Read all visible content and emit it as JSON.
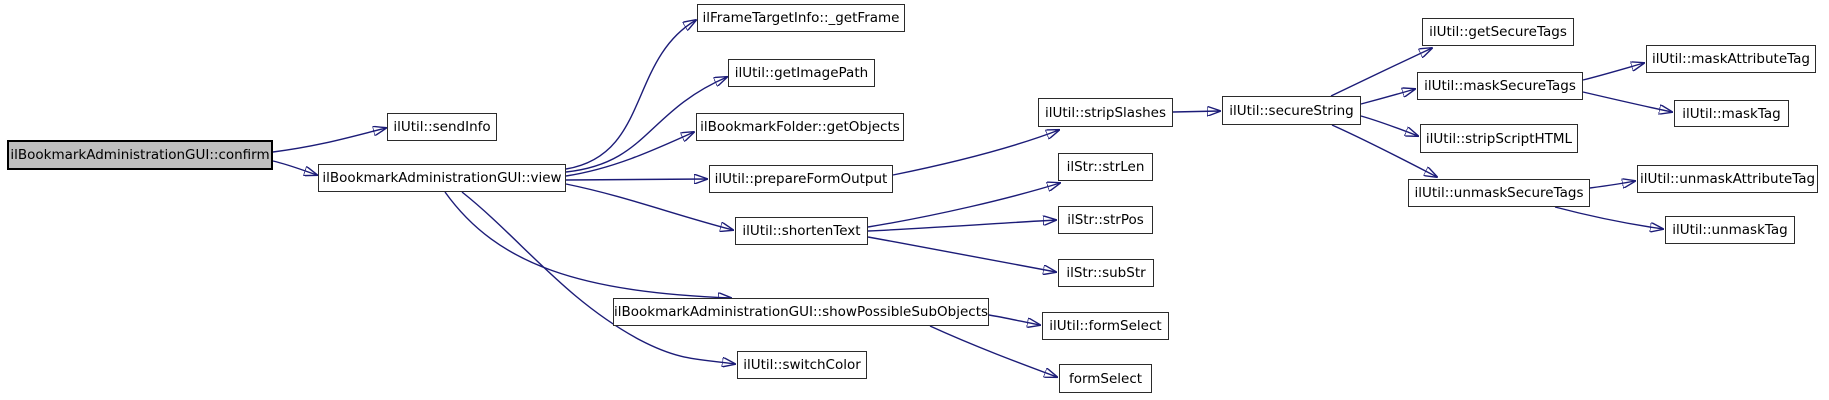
{
  "graph": {
    "type": "call-graph",
    "colors": {
      "edge": "#1c1c78",
      "node_border": "#2b2b2b",
      "node_fill": "#ffffff",
      "current_node_fill": "#bfbfbf",
      "text": "#000000"
    },
    "nodes": [
      {
        "id": "confirm",
        "label": "ilBookmarkAdministrationGUI::confirm",
        "current": true
      },
      {
        "id": "sendInfo",
        "label": "ilUtil::sendInfo"
      },
      {
        "id": "view",
        "label": "ilBookmarkAdministrationGUI::view"
      },
      {
        "id": "getFrame",
        "label": "ilFrameTargetInfo::_getFrame"
      },
      {
        "id": "getImagePath",
        "label": "ilUtil::getImagePath"
      },
      {
        "id": "getObjects",
        "label": "ilBookmarkFolder::getObjects"
      },
      {
        "id": "prepareFormOutput",
        "label": "ilUtil::prepareFormOutput"
      },
      {
        "id": "shortenText",
        "label": "ilUtil::shortenText"
      },
      {
        "id": "showPossibleSubObjects",
        "label": "ilBookmarkAdministrationGUI::showPossibleSubObjects"
      },
      {
        "id": "switchColor",
        "label": "ilUtil::switchColor"
      },
      {
        "id": "stripSlashes",
        "label": "ilUtil::stripSlashes"
      },
      {
        "id": "strLen",
        "label": "ilStr::strLen"
      },
      {
        "id": "strPos",
        "label": "ilStr::strPos"
      },
      {
        "id": "subStr",
        "label": "ilStr::subStr"
      },
      {
        "id": "formSelectUtil",
        "label": "ilUtil::formSelect"
      },
      {
        "id": "formSelect",
        "label": "formSelect"
      },
      {
        "id": "secureString",
        "label": "ilUtil::secureString"
      },
      {
        "id": "getSecureTags",
        "label": "ilUtil::getSecureTags"
      },
      {
        "id": "maskSecureTags",
        "label": "ilUtil::maskSecureTags"
      },
      {
        "id": "stripScriptHTML",
        "label": "ilUtil::stripScriptHTML"
      },
      {
        "id": "unmaskSecureTags",
        "label": "ilUtil::unmaskSecureTags"
      },
      {
        "id": "maskAttributeTag",
        "label": "ilUtil::maskAttributeTag"
      },
      {
        "id": "maskTag",
        "label": "ilUtil::maskTag"
      },
      {
        "id": "unmaskAttributeTag",
        "label": "ilUtil::unmaskAttributeTag"
      },
      {
        "id": "unmaskTag",
        "label": "ilUtil::unmaskTag"
      }
    ],
    "edges": [
      {
        "from": "confirm",
        "to": "sendInfo"
      },
      {
        "from": "confirm",
        "to": "view"
      },
      {
        "from": "view",
        "to": "getFrame"
      },
      {
        "from": "view",
        "to": "getImagePath"
      },
      {
        "from": "view",
        "to": "getObjects"
      },
      {
        "from": "view",
        "to": "prepareFormOutput"
      },
      {
        "from": "view",
        "to": "shortenText"
      },
      {
        "from": "view",
        "to": "showPossibleSubObjects"
      },
      {
        "from": "view",
        "to": "switchColor"
      },
      {
        "from": "prepareFormOutput",
        "to": "stripSlashes"
      },
      {
        "from": "stripSlashes",
        "to": "secureString"
      },
      {
        "from": "shortenText",
        "to": "strLen"
      },
      {
        "from": "shortenText",
        "to": "strPos"
      },
      {
        "from": "shortenText",
        "to": "subStr"
      },
      {
        "from": "showPossibleSubObjects",
        "to": "formSelectUtil"
      },
      {
        "from": "showPossibleSubObjects",
        "to": "formSelect"
      },
      {
        "from": "secureString",
        "to": "getSecureTags"
      },
      {
        "from": "secureString",
        "to": "maskSecureTags"
      },
      {
        "from": "secureString",
        "to": "stripScriptHTML"
      },
      {
        "from": "secureString",
        "to": "unmaskSecureTags"
      },
      {
        "from": "maskSecureTags",
        "to": "maskAttributeTag"
      },
      {
        "from": "maskSecureTags",
        "to": "maskTag"
      },
      {
        "from": "unmaskSecureTags",
        "to": "unmaskAttributeTag"
      },
      {
        "from": "unmaskSecureTags",
        "to": "unmaskTag"
      }
    ]
  }
}
